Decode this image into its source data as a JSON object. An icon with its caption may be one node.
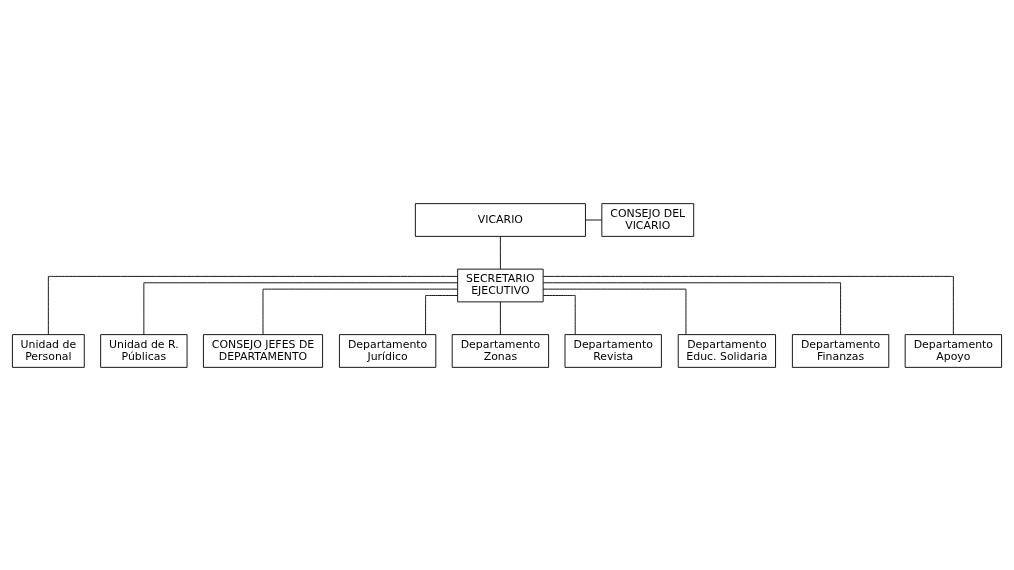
{
  "diagram": {
    "nodes": [
      {
        "text": [
          "VICARIO"
        ]
      },
      {
        "text": [
          "CONSEJO DEL VICARIO"
        ]
      },
      {
        "text": [
          "SECRETARIO EJECUTIVO"
        ]
      },
      {
        "text": [
          "Unidad de Personal"
        ]
      },
      {
        "text": [
          "Unidad de R. Públicas"
        ]
      },
      {
        "text": [
          "CONSEJO JEFES DE DEPARTAMENTO"
        ]
      },
      {
        "text": [
          "Departamento Jurídico"
        ]
      },
      {
        "text": [
          "Departamento Zonas"
        ]
      },
      {
        "text": [
          "Departamento Revista"
        ]
      },
      {
        "text": [
          "Departamento Educ. Solidaria"
        ]
      },
      {
        "text": [
          "Departamento Finanzas"
        ]
      },
      {
        "text": [
          "Departamento Apoyo"
        ]
      }
    ],
    "edges": [
      {
        "from": 0,
        "to": 1,
        "arrow": "none"
      },
      {
        "from": 0,
        "to": 2,
        "arrow": "none"
      },
      {
        "from": 2,
        "to": 3,
        "arrow": "none"
      },
      {
        "from": 2,
        "to": 4,
        "arrow": "none"
      },
      {
        "from": 2,
        "to": 5,
        "arrow": "none"
      },
      {
        "from": 2,
        "to": 6,
        "arrow": "none"
      },
      {
        "from": 2,
        "to": 7,
        "arrow": "none"
      },
      {
        "from": 2,
        "to": 8,
        "arrow": "none"
      },
      {
        "from": 2,
        "to": 9,
        "arrow": "none"
      },
      {
        "from": 2,
        "to": 10,
        "arrow": "none"
      },
      {
        "from": 2,
        "to": 11,
        "arrow": "none"
      }
    ]
  }
}
